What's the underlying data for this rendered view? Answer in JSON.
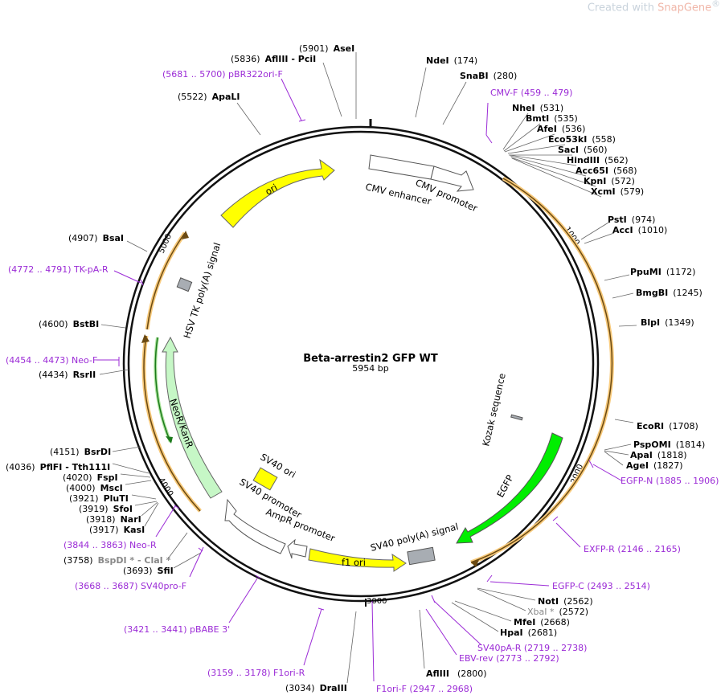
{
  "watermark": {
    "prefix": "Created with ",
    "brand": "SnapGene",
    "mark": "®"
  },
  "plasmid": {
    "name": "Beta-arrestin2 GFP WT",
    "length_label": "5954 bp"
  },
  "ticks": [
    "1000",
    "2000",
    "3000",
    "4000",
    "5000"
  ],
  "colors": {
    "backbone": "#111111",
    "primer": "#9b2bd6",
    "ori": "#ffff00",
    "egfp": "#00ee00",
    "neo": "#c6f7c6",
    "polyA": "#a8adb3",
    "orf": "#f5a623",
    "neo_orf": "#2ca02c"
  },
  "features": {
    "cmv_enhancer": "CMV enhancer",
    "cmv_promoter": "CMV promoter",
    "ori": "ori",
    "hsv": "HSV TK poly(A) signal",
    "neo": "NeoR/KanR",
    "sv40ori": "SV40 ori",
    "sv40prom": "SV40 promoter",
    "ampr": "AmpR promoter",
    "f1ori": "f1 ori",
    "sv40polya": "SV40 poly(A) signal",
    "egfp": "EGFP",
    "kozak": "Kozak sequence"
  },
  "sites": [
    {
      "id": "asei",
      "name": "AseI",
      "pos": "(5901)"
    },
    {
      "id": "aflIII_pciI",
      "name": "AflIII",
      "extra": " - PciI",
      "pos": "(5836)"
    },
    {
      "id": "apali",
      "name": "ApaLI",
      "pos": "(5522)"
    },
    {
      "id": "ndei",
      "name": "NdeI",
      "pos": "(174)"
    },
    {
      "id": "snabi",
      "name": "SnaBI",
      "pos": "(280)"
    },
    {
      "id": "nhei",
      "name": "NheI",
      "pos": "(531)"
    },
    {
      "id": "bmti",
      "name": "BmtI",
      "pos": "(535)"
    },
    {
      "id": "afei",
      "name": "AfeI",
      "pos": "(536)"
    },
    {
      "id": "eco53ki",
      "name": "Eco53kI",
      "pos": "(558)"
    },
    {
      "id": "saci",
      "name": "SacI",
      "pos": "(560)"
    },
    {
      "id": "hindiii",
      "name": "HindIII",
      "pos": "(562)"
    },
    {
      "id": "acc65i",
      "name": "Acc65I",
      "pos": "(568)"
    },
    {
      "id": "kpni",
      "name": "KpnI",
      "pos": "(572)"
    },
    {
      "id": "xcmi",
      "name": "XcmI",
      "pos": "(579)"
    },
    {
      "id": "psti",
      "name": "PstI",
      "pos": "(974)"
    },
    {
      "id": "acci",
      "name": "AccI",
      "pos": "(1010)"
    },
    {
      "id": "ppumi",
      "name": "PpuMI",
      "pos": "(1172)"
    },
    {
      "id": "bmgbi",
      "name": "BmgBI",
      "pos": "(1245)"
    },
    {
      "id": "blpi",
      "name": "BlpI",
      "pos": "(1349)"
    },
    {
      "id": "ecori",
      "name": "EcoRI",
      "pos": "(1708)"
    },
    {
      "id": "psPOMI",
      "name": "PspOMI",
      "pos": "(1814)"
    },
    {
      "id": "apai",
      "name": "ApaI",
      "pos": "(1818)"
    },
    {
      "id": "agei",
      "name": "AgeI",
      "pos": "(1827)"
    },
    {
      "id": "noti",
      "name": "NotI",
      "pos": "(2562)"
    },
    {
      "id": "xbai",
      "name": "XbaI *",
      "pos": "(2572)",
      "grey": true
    },
    {
      "id": "mfei",
      "name": "MfeI",
      "pos": "(2668)"
    },
    {
      "id": "hpai",
      "name": "HpaI",
      "pos": "(2681)"
    },
    {
      "id": "afliii2",
      "name": "AflIII",
      "pos": "(2800)"
    },
    {
      "id": "draiii",
      "name": "DraIII",
      "pos": "(3034)"
    },
    {
      "id": "sfii",
      "name": "SfiI",
      "pos": "(3693)"
    },
    {
      "id": "bspdi",
      "name": "BspDI * - ClaI *",
      "pos": "(3758)",
      "grey": true
    },
    {
      "id": "kasi",
      "name": "KasI",
      "pos": "(3917)"
    },
    {
      "id": "nari",
      "name": "NarI",
      "pos": "(3918)"
    },
    {
      "id": "sfoi",
      "name": "SfoI",
      "pos": "(3919)"
    },
    {
      "id": "pluti",
      "name": "PluTI",
      "pos": "(3921)"
    },
    {
      "id": "msci",
      "name": "MscI",
      "pos": "(4000)"
    },
    {
      "id": "fspi",
      "name": "FspI",
      "pos": "(4020)"
    },
    {
      "id": "pflfi",
      "name": "PflFI",
      "extra": " - Tth111I",
      "pos": "(4036)"
    },
    {
      "id": "bsrdi",
      "name": "BsrDI",
      "pos": "(4151)"
    },
    {
      "id": "rsrii",
      "name": "RsrII",
      "pos": "(4434)"
    },
    {
      "id": "bstbi",
      "name": "BstBI",
      "pos": "(4600)"
    },
    {
      "id": "bsai",
      "name": "BsaI",
      "pos": "(4907)"
    }
  ],
  "primers": [
    {
      "id": "pbr322",
      "text": "(5681 .. 5700)  pBR322ori-F"
    },
    {
      "id": "cmvf",
      "text": "CMV-F    (459 .. 479)"
    },
    {
      "id": "egfpn",
      "text": "EGFP-N    (1885 .. 1906)"
    },
    {
      "id": "exfpr",
      "text": "EXFP-R    (2146 .. 2165)"
    },
    {
      "id": "egfpc",
      "text": "EGFP-C    (2493 .. 2514)"
    },
    {
      "id": "sv40par",
      "text": "SV40pA-R    (2719 .. 2738)"
    },
    {
      "id": "ebvrev",
      "text": "EBV-rev    (2773 .. 2792)"
    },
    {
      "id": "f1orif",
      "text": "F1ori-F    (2947 .. 2968)"
    },
    {
      "id": "f1orir",
      "text": "(3159 .. 3178)  F1ori-R"
    },
    {
      "id": "pbabe",
      "text": "(3421 .. 3441)  pBABE 3'"
    },
    {
      "id": "sv40prof",
      "text": "(3668 .. 3687)  SV40pro-F"
    },
    {
      "id": "neor",
      "text": "(3844 .. 3863)  Neo-R"
    },
    {
      "id": "neof",
      "text": "(4454 .. 4473)  Neo-F"
    },
    {
      "id": "tkpar",
      "text": "(4772 .. 4791)  TK-pA-R"
    }
  ]
}
